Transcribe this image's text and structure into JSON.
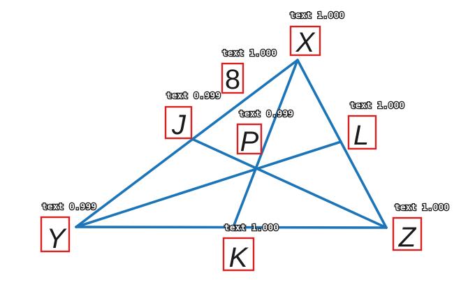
{
  "colors": {
    "line": "#1b75b8",
    "box": "#d62222",
    "label_text": "#ffffff",
    "label_outline": "#1a1a1a",
    "letter": "#1a1a1a"
  },
  "diagram": {
    "vertices": {
      "X": "X",
      "Y": "Y",
      "Z": "Z"
    },
    "edge_points": {
      "J": "J",
      "L": "L",
      "K": "K"
    },
    "center_point": "P",
    "segments": [
      "XY",
      "YZ",
      "ZX",
      "XK",
      "YL",
      "ZJ"
    ]
  },
  "detections": [
    {
      "id": "x",
      "text": "X",
      "label": "text 1.000"
    },
    {
      "id": "eight",
      "text": "8",
      "label": "text 1.000"
    },
    {
      "id": "j",
      "text": "J",
      "label": "text 0.999"
    },
    {
      "id": "p",
      "text": "P",
      "label": "text 0.999"
    },
    {
      "id": "l",
      "text": "L",
      "label": "text 1.000"
    },
    {
      "id": "y",
      "text": "Y",
      "label": "text 0.999"
    },
    {
      "id": "k",
      "text": "K",
      "label": "text 1.000"
    },
    {
      "id": "z",
      "text": "Z",
      "label": "text 1.000"
    }
  ]
}
